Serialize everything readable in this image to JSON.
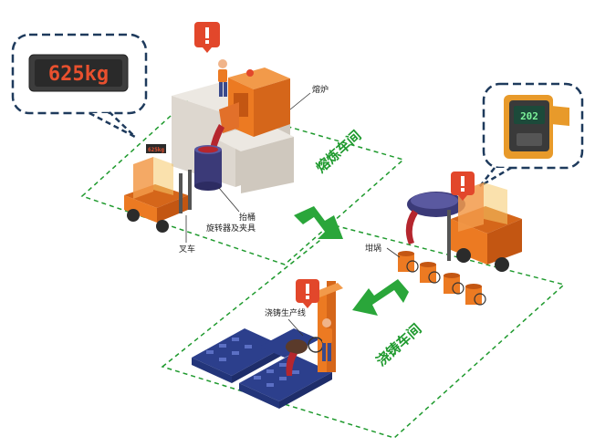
{
  "scale_display": {
    "value": "625kg"
  },
  "terminal_display": {
    "value": "202"
  },
  "forklift_display": {
    "value": "625kg"
  },
  "labels": {
    "furnace": "熔炉",
    "ladle": "抬桶",
    "rotator": "旋转器及夹具",
    "forklift": "叉车",
    "crucible": "坩埚",
    "casting_line": "浇铸生产线"
  },
  "zones": {
    "smelting": "熔炼车间",
    "casting": "浇铸车间"
  },
  "colors": {
    "zone_border": "#1f9a2e",
    "arrow": "#2aa63a",
    "callout_border": "#1e3a5c",
    "alert": "#e2472b",
    "orange": "#ec7a22",
    "cylinder": "#3b3a78",
    "pallet": "#2c3f8c"
  }
}
